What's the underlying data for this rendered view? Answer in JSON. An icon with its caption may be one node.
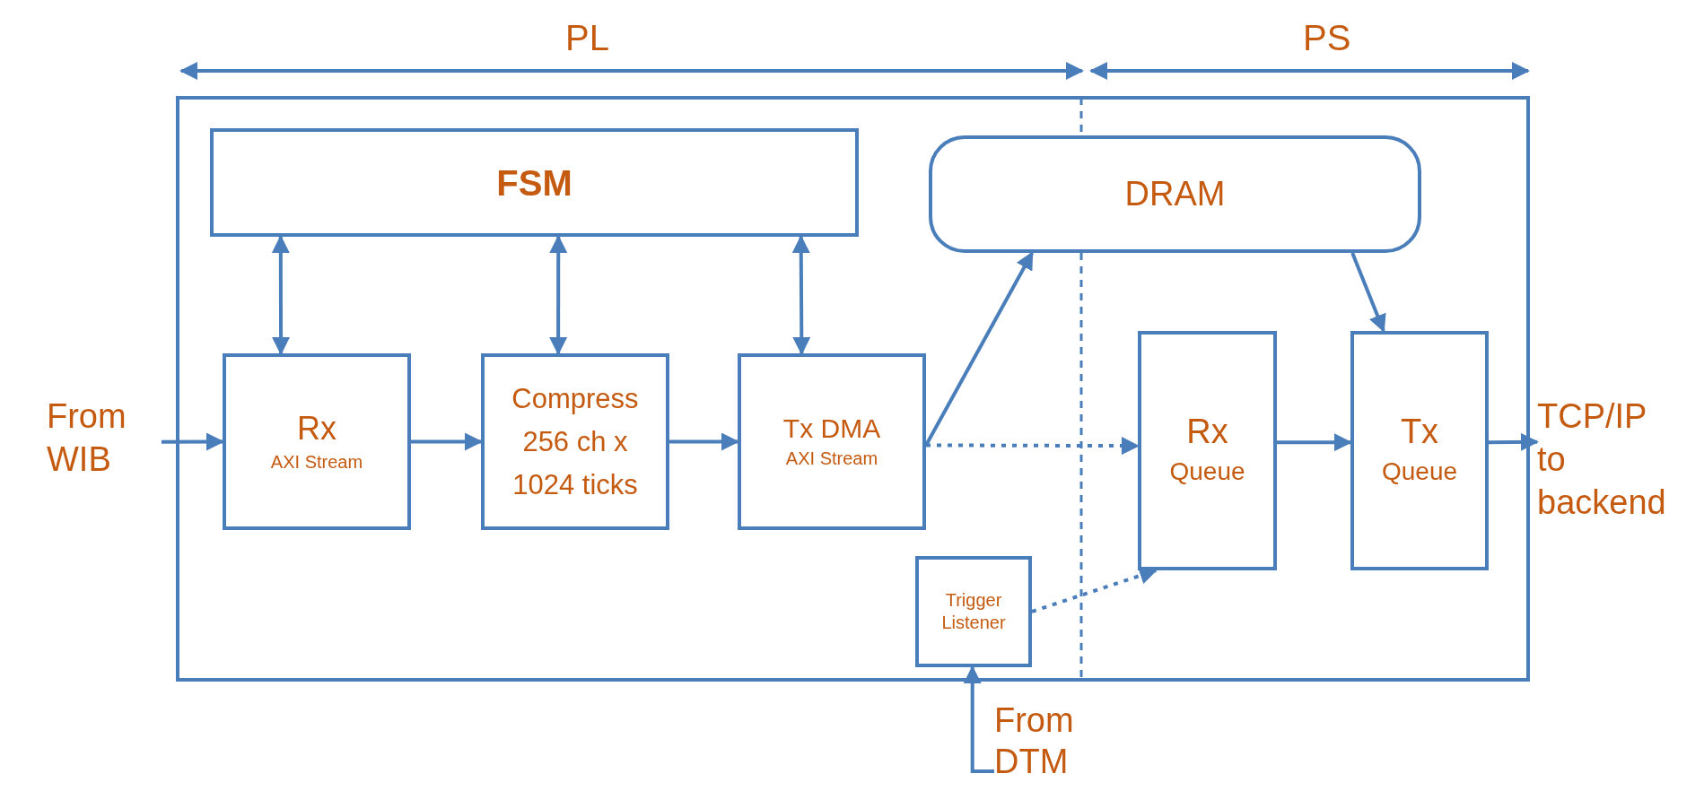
{
  "diagram": {
    "nodes": [
      {
        "text": [],
        "shape": "box"
      },
      {
        "text": [
          "FSM"
        ],
        "in": 0
      },
      {
        "text": [
          "DRAM"
        ],
        "in": 0
      },
      {
        "text": [
          "From WIB"
        ]
      },
      {
        "text": [
          "Rx",
          "AXI Stream"
        ],
        "in": 0
      },
      {
        "text": [
          "Compress 256 ch x 1024 ticks"
        ],
        "in": 0
      },
      {
        "text": [
          "Tx DMA",
          "AXI Stream"
        ],
        "in": 0
      },
      {
        "text": [
          "Rx",
          "Queue"
        ],
        "in": 0
      },
      {
        "text": [
          "Tx",
          "Queue"
        ],
        "in": 0
      },
      {
        "text": [
          "TCP/IP to backend"
        ]
      },
      {
        "text": [
          "Trigger Listener"
        ],
        "in": 0
      },
      {
        "text": [
          "From DTM"
        ]
      }
    ],
    "edges": [
      {
        "from": 1,
        "to": 4,
        "arrow": "both"
      },
      {
        "from": 1,
        "to": 5,
        "arrow": "both"
      },
      {
        "from": 1,
        "to": 6,
        "arrow": "both"
      },
      {
        "from": 3,
        "to": 4,
        "arrow": "to"
      },
      {
        "from": 4,
        "to": 5,
        "arrow": "to"
      },
      {
        "from": 5,
        "to": 6,
        "arrow": "to"
      },
      {
        "from": 6,
        "to": 2,
        "arrow": "to"
      },
      {
        "from": 6,
        "to": 7,
        "arrow": "to",
        "style": "dashed"
      },
      {
        "from": 2,
        "to": 8,
        "arrow": "to"
      },
      {
        "from": 7,
        "to": 8,
        "arrow": "to"
      },
      {
        "from": 8,
        "to": 9,
        "arrow": "to"
      },
      {
        "from": 11,
        "to": 10,
        "arrow": "to"
      },
      {
        "from": 10,
        "to": 7,
        "arrow": "to",
        "style": "dashed"
      }
    ],
    "labels": [
      "PL",
      "PS"
    ]
  }
}
